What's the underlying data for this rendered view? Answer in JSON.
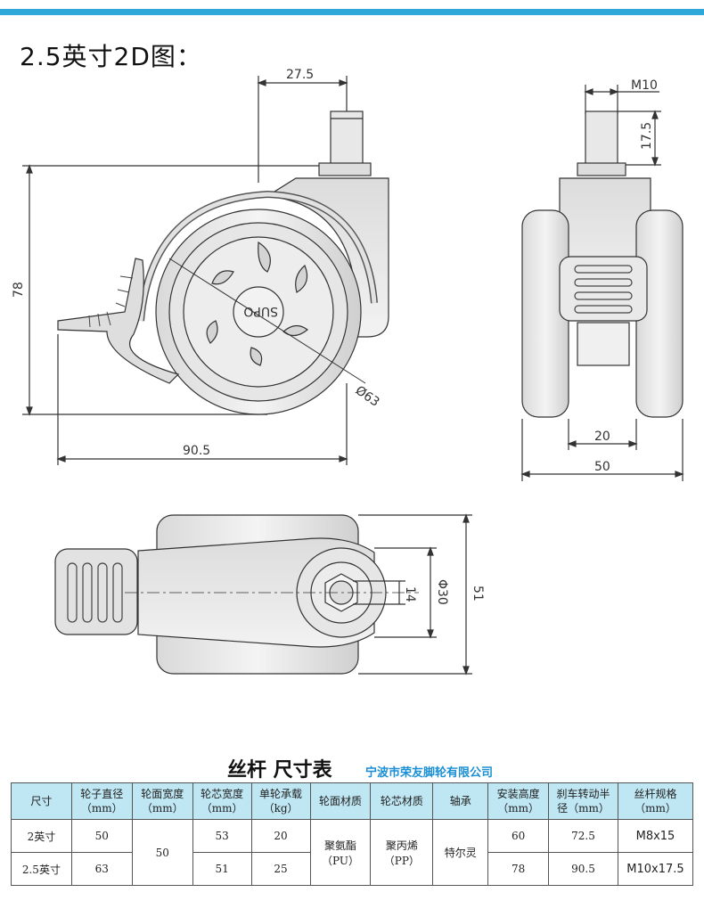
{
  "page": {
    "title": "2.5英寸2D图："
  },
  "dimensions": {
    "side_view": {
      "d_27_5": "27.5",
      "d_78": "78",
      "d_90_5": "90.5",
      "d_phi63": "Ø63",
      "brand": "SUPO"
    },
    "front_view": {
      "d_m10": "M10",
      "d_17_5": "17.5",
      "d_20": "20",
      "d_50": "50"
    },
    "top_view": {
      "d_14": "14",
      "d_phi30": "Φ30",
      "d_51": "51"
    }
  },
  "table": {
    "title": "丝杆  尺寸表",
    "company": "宁波市荣友脚轮有限公司",
    "headers": {
      "size": "尺寸",
      "wheel_dia": "轮子直径",
      "wheel_dia_unit": "（mm）",
      "tread_width": "轮面宽度",
      "tread_width_unit": "（mm）",
      "core_width": "轮芯宽度",
      "core_width_unit": "（mm）",
      "load": "单轮承载",
      "load_unit": "（kg）",
      "tread_mat": "轮面材质",
      "core_mat": "轮芯材质",
      "axle": "轴承",
      "install_h": "安装高度",
      "install_h_unit": "（mm）",
      "brake_radius": "刹车转动半",
      "brake_radius_unit": "径（mm）",
      "thread_spec": "丝杆规格",
      "thread_spec_unit": "（mm）"
    },
    "shared": {
      "tread_width": "50",
      "tread_mat": "聚氨酯",
      "tread_mat_code": "（PU）",
      "core_mat": "聚丙烯",
      "core_mat_code": "（PP）",
      "axle": "特尔灵"
    },
    "rows": [
      {
        "size": "2英寸",
        "wheel_dia": "50",
        "core_width": "53",
        "load": "20",
        "install_h": "60",
        "brake_radius": "72.5",
        "thread_spec": "M8x15"
      },
      {
        "size": "2.5英寸",
        "wheel_dia": "63",
        "core_width": "51",
        "load": "25",
        "install_h": "78",
        "brake_radius": "90.5",
        "thread_spec": "M10x17.5"
      }
    ]
  },
  "colors": {
    "accent_bar": "#2ea7d9",
    "header_bg": "#bfe6f3",
    "company_text": "#1b8fd4"
  }
}
